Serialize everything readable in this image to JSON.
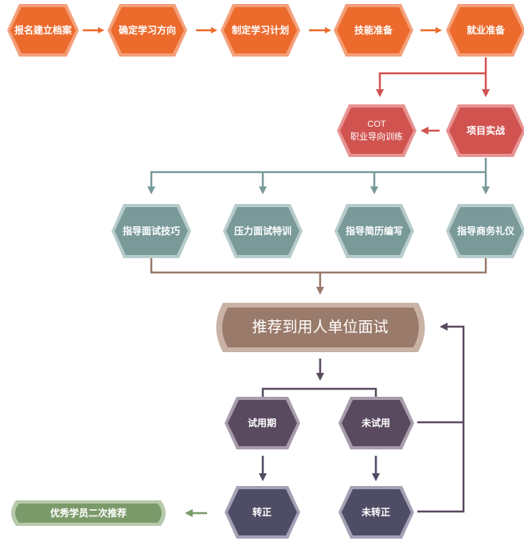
{
  "colors": {
    "orange": "#ec6a2c",
    "orange_light": "#f3a07a",
    "red": "#d15350",
    "red_light": "#e69391",
    "teal": "#7a9a9a",
    "teal_light": "#b7cbcb",
    "brown": "#9a7a6a",
    "brown_light": "#c9b2a5",
    "purple": "#5a4a60",
    "purple_light": "#a79cab",
    "slate": "#4e4d65",
    "slate_light": "#a2a1b5",
    "green": "#7b9a6a",
    "green_light": "#b7c9ab"
  },
  "row1": {
    "step1": "报名建立档案",
    "step2": "确定学习方向",
    "step3": "制定学习计划",
    "step4": "技能准备",
    "step5": "就业准备"
  },
  "row2": {
    "project": "项目实战",
    "cot_line1": "COT",
    "cot_line2": "职业导向训练"
  },
  "row3": {
    "a": "指导面试技巧",
    "b": "压力面试特训",
    "c": "指导简历编写",
    "d": "指导商务礼仪"
  },
  "recommend": "推荐到用人单位面试",
  "trial": "试用期",
  "no_trial": "未试用",
  "regular": "转正",
  "not_regular": "未转正",
  "excellent": "优秀学员二次推荐"
}
